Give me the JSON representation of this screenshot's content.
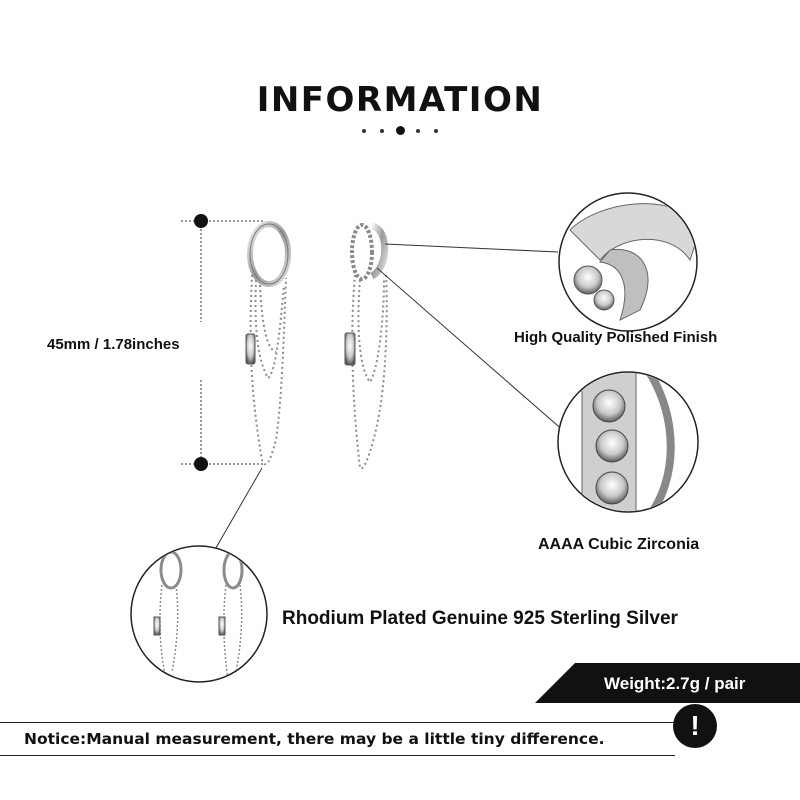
{
  "header": {
    "title": "INFORMATION"
  },
  "dimension": {
    "label": "45mm / 1.78inches"
  },
  "features": [
    {
      "label": "High Quality Polished Finish"
    },
    {
      "label": "AAAA Cubic Zirconia"
    },
    {
      "label": "Rhodium Plated Genuine 925 Sterling Silver"
    }
  ],
  "weight": {
    "label": "Weight:2.7g / pair"
  },
  "notice": {
    "text": "Notice:Manual measurement, there may be a little tiny difference.",
    "icon": "!"
  }
}
